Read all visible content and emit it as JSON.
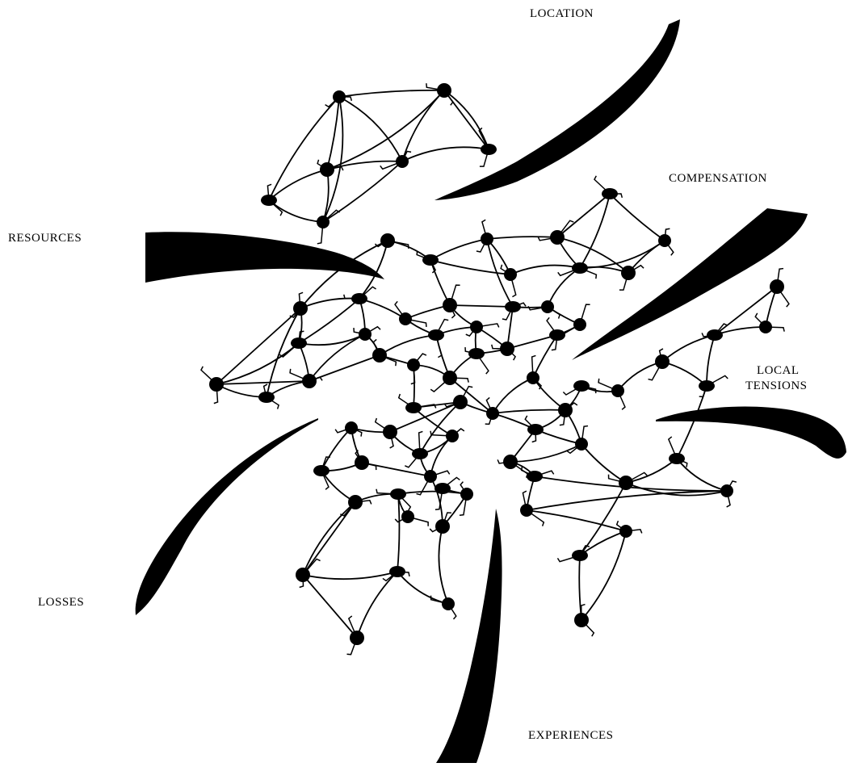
{
  "diagram": {
    "labels": {
      "location": "LOCATION",
      "compensation": "COMPENSATION",
      "resources": "RESOURCES",
      "local_line1": "LOCAL",
      "local_line2": "TENSIONS",
      "losses": "LOSSES",
      "experiences": "EXPERIENCES"
    },
    "colors": {
      "ink": "#000000",
      "paper": "#ffffff"
    }
  }
}
